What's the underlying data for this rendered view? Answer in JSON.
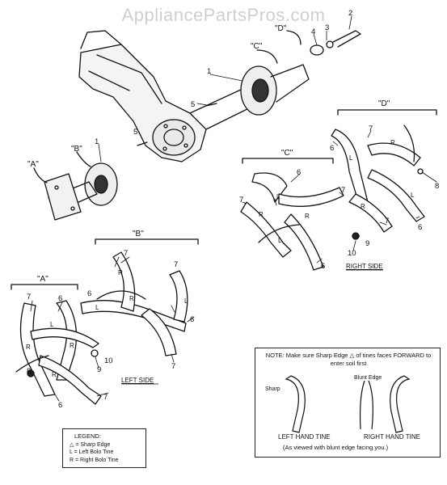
{
  "watermark": "AppliancePartsPros.com",
  "assembly_labels": {
    "a": "\"A\"",
    "b": "\"B\"",
    "c": "\"C\"",
    "d": "\"D\""
  },
  "sides": {
    "left": "LEFT SIDE",
    "right": "RIGHT SIDE"
  },
  "part_numbers": [
    "1",
    "2",
    "3",
    "4",
    "5",
    "6",
    "7",
    "8",
    "9",
    "10"
  ],
  "tine_letters": {
    "left": "L",
    "right": "R"
  },
  "note": {
    "text": "NOTE: Make sure Sharp Edge △ of tines faces FORWARD to enter soil first",
    "sharp_label": "Sharp",
    "blunt_label": "Blunt Edge",
    "left_tine": "LEFT HAND TINE",
    "right_tine": "RIGHT HAND TINE",
    "caption": "(As viewed with blunt edge facing you.)"
  },
  "legend": {
    "title": "LEGEND:",
    "rows": [
      {
        "symbol": "△",
        "text": "= Sharp Edge"
      },
      {
        "symbol": "L",
        "text": "= Left Bolo Tine"
      },
      {
        "symbol": "R",
        "text": "= Right Bolo Tine"
      }
    ]
  }
}
